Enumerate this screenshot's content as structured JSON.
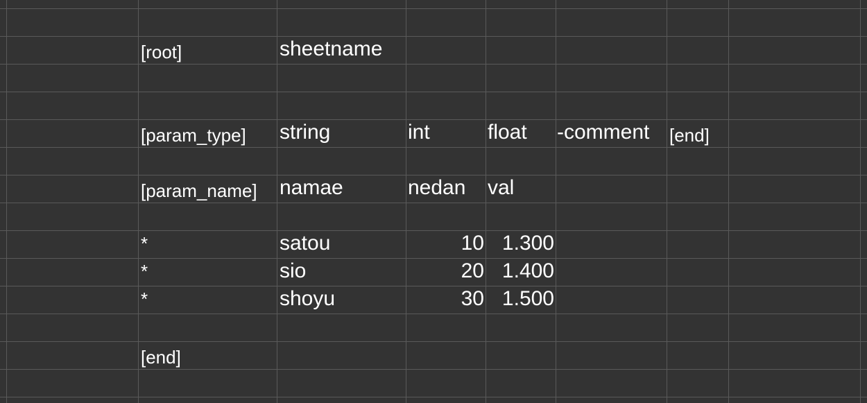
{
  "sheet": {
    "rows": [
      {
        "marker": "[root]",
        "value": "sheetname"
      },
      {
        "marker": "[param_type]",
        "cols": [
          "string",
          "int",
          "float",
          "-comment"
        ],
        "end": "[end]"
      },
      {
        "marker": "[param_name]",
        "cols": [
          "namae",
          "nedan",
          "val"
        ]
      },
      {
        "marker": "*",
        "namae": "satou",
        "nedan": "10",
        "val": "1.300"
      },
      {
        "marker": "*",
        "namae": "sio",
        "nedan": "20",
        "val": "1.400"
      },
      {
        "marker": "*",
        "namae": "shoyu",
        "nedan": "30",
        "val": "1.500"
      },
      {
        "marker": "[end]"
      }
    ]
  }
}
